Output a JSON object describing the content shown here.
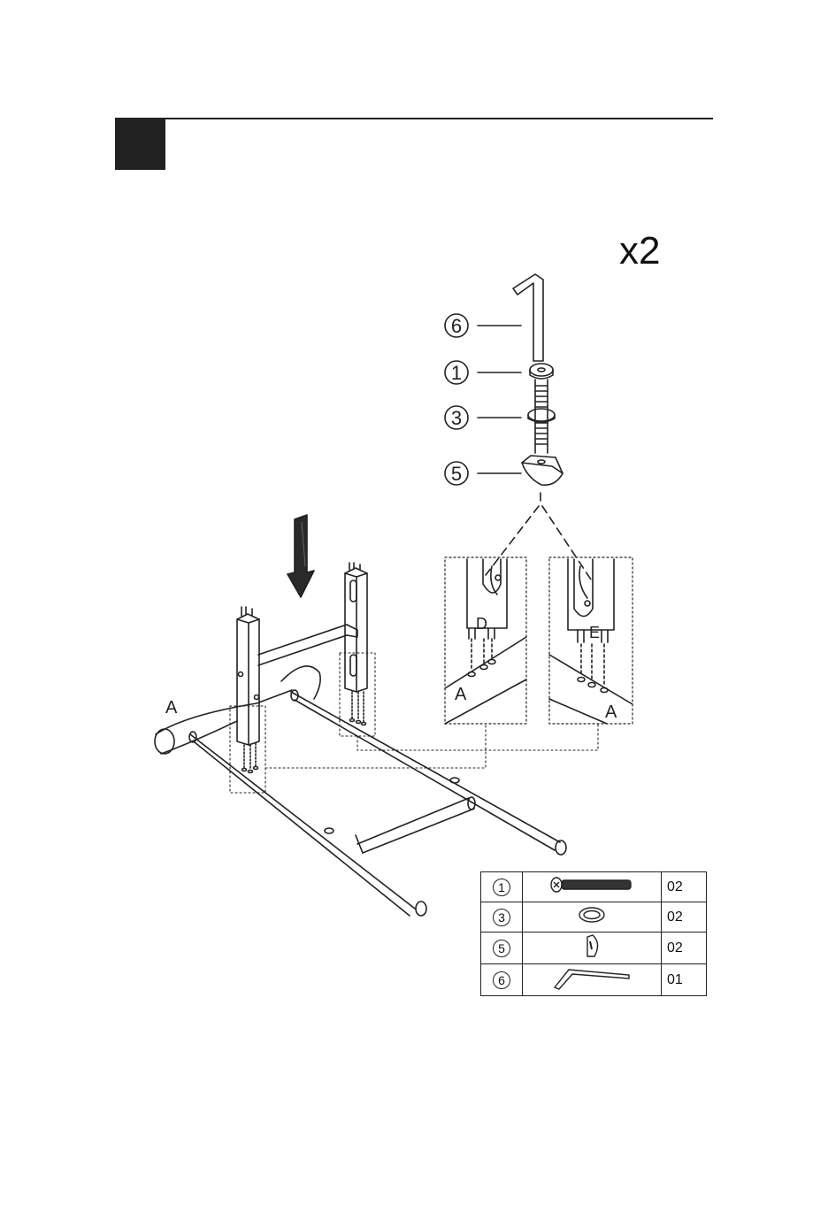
{
  "quantity": "x2",
  "letters": {
    "a_main": "A",
    "a_left": "A",
    "a_right": "A",
    "d": "D",
    "e": "E"
  },
  "callouts": [
    "6",
    "1",
    "3",
    "5"
  ],
  "parts": [
    {
      "num": "1",
      "icon": "bolt-icon",
      "qty": "02"
    },
    {
      "num": "3",
      "icon": "spring-washer-icon",
      "qty": "02"
    },
    {
      "num": "5",
      "icon": "barrel-nut-icon",
      "qty": "02"
    },
    {
      "num": "6",
      "icon": "allen-key-icon",
      "qty": "01"
    }
  ]
}
